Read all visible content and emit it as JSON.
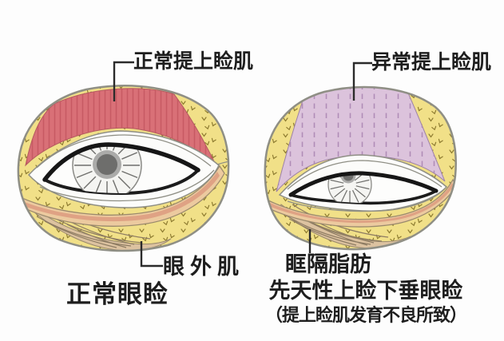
{
  "figure": {
    "left_panel": {
      "top_label": "正常提上睑肌",
      "bottom_label": "眼外肌",
      "caption": "正常眼睑"
    },
    "right_panel": {
      "top_label": "异常提上睑肌",
      "bottom_label": "眶隔脂肪",
      "caption_line1": "先天性上睑下垂眼睑",
      "caption_line2": "（提上睑肌发育不良所致）"
    },
    "colors": {
      "background": "#fdfdfd",
      "fat_yellow": "#f1e088",
      "fat_marks": "#8d7b30",
      "levator_red": "#d97077",
      "red_stripes": "#c2545e",
      "levator_purple": "#dcc3dc",
      "purple_stripes": "#ab86b3",
      "tan_light": "#ecca9f",
      "tan_salmon": "#dfa284",
      "fan_tan": "#dcc2a0",
      "fan_stripes": "#8d7b62",
      "outline_gray": "#8f8f85",
      "eye_outline": "#1c1c1c",
      "pupil": "#6e6e6c",
      "pupil_ring": "#ababa9",
      "label_text": "#1e1e1e",
      "leader_line": "#2b2b2b"
    }
  }
}
